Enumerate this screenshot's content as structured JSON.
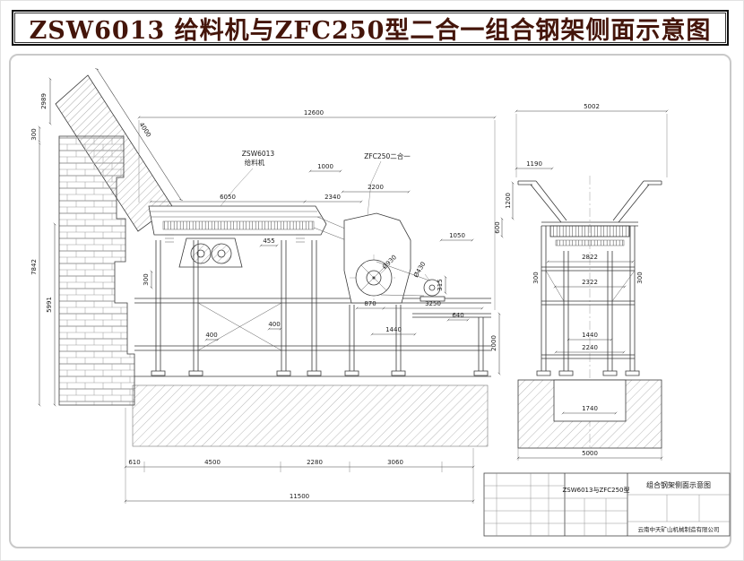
{
  "header": {
    "title": "ZSW6013 给料机与ZFC250型二合一组合钢架侧面示意图"
  },
  "labels": {
    "feeder_model": "ZSW6013",
    "feeder_name": "给料机",
    "crusher_name": "ZFC250二合一"
  },
  "dims": {
    "total_width_top": "12600",
    "chute_height": "2989",
    "chute_length": "4000",
    "wall_top_300": "300",
    "left_height_7842": "7842",
    "left_height_5991": "5991",
    "feeder_6050": "6050",
    "feeder_2340": "2340",
    "gap_1000": "1000",
    "gap_2200": "2200",
    "lip_455": "455",
    "discharge_1050": "1050",
    "leg_300": "300",
    "rotor_dia": "Ø930",
    "pulley_dia": "Ø430",
    "pulley_offset_315": "315",
    "base_870": "870",
    "base_3250": "3250",
    "base_640": "640",
    "base_1440": "1440",
    "col_400_a": "400",
    "col_400_b": "400",
    "depth_2000": "2000",
    "bottom_610": "610",
    "bottom_4500": "4500",
    "bottom_2280": "2280",
    "bottom_3060": "3060",
    "bottom_total_11500": "11500",
    "rv_width_5002": "5002",
    "rv_1190": "1190",
    "rv_1200": "1200",
    "rv_600": "600",
    "rv_2822": "2822",
    "rv_2322": "2322",
    "rv_300_left": "300",
    "rv_300_right": "300",
    "rv_1440": "1440",
    "rv_2240": "2240",
    "rv_1740": "1740",
    "rv_5000": "5000"
  },
  "title_block": {
    "product": "ZSW6013与ZFC250型",
    "drawing_title": "组合钢架侧面示意图",
    "company": "云南中天矿山机械制造有限公司"
  },
  "colors": {
    "title_color": "#44150a",
    "line_color": "#3a3a3a",
    "panel_border": "#c9c9c9"
  }
}
